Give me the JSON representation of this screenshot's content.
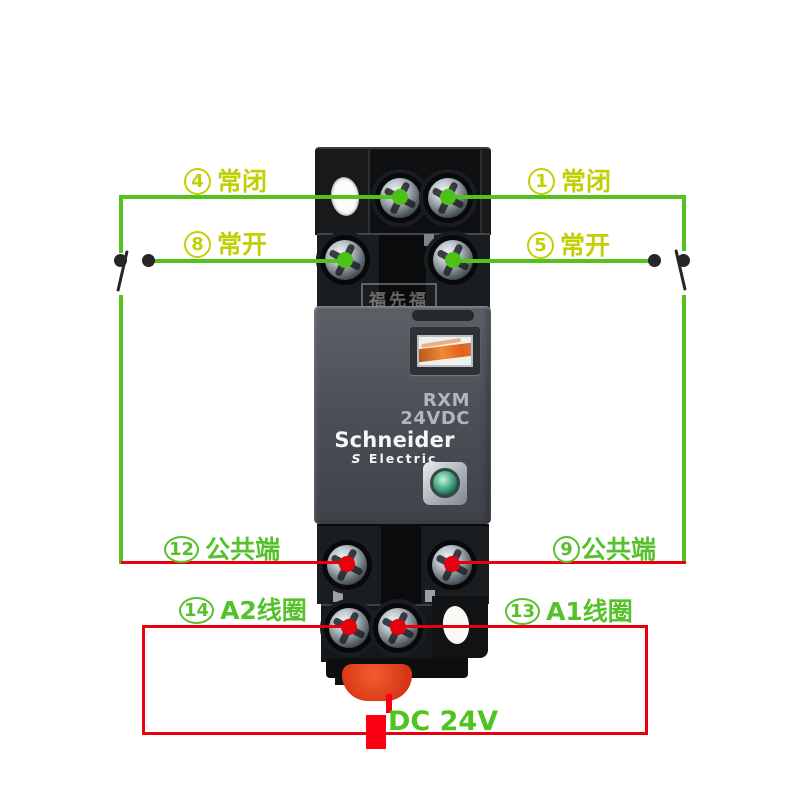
{
  "colors": {
    "wire_green": "#54c21d",
    "wire_red": "#e8000f",
    "label_olive": "#c3cf05",
    "label_green": "#56c22b",
    "clip_red": "#d63415",
    "body_gray": "#4c5157"
  },
  "relay": {
    "model": "RXM",
    "voltage": "24VDC",
    "brand": "Schneider",
    "brand_sub": "Electric",
    "watermark": "福先福"
  },
  "annotations": {
    "nc_left": {
      "num": "4",
      "label": "常闭"
    },
    "nc_right": {
      "num": "1",
      "label": "常闭"
    },
    "no_left": {
      "num": "8",
      "label": "常开"
    },
    "no_right": {
      "num": "5",
      "label": "常开"
    },
    "com_left": {
      "num": "12",
      "label": "公共端"
    },
    "com_right": {
      "num": "9",
      "label": "公共端"
    },
    "coil_a2": {
      "num": "14",
      "label": "A2线圈"
    },
    "coil_a1": {
      "num": "13",
      "label": "A1线圈"
    }
  },
  "power": {
    "label": "DC 24V"
  }
}
